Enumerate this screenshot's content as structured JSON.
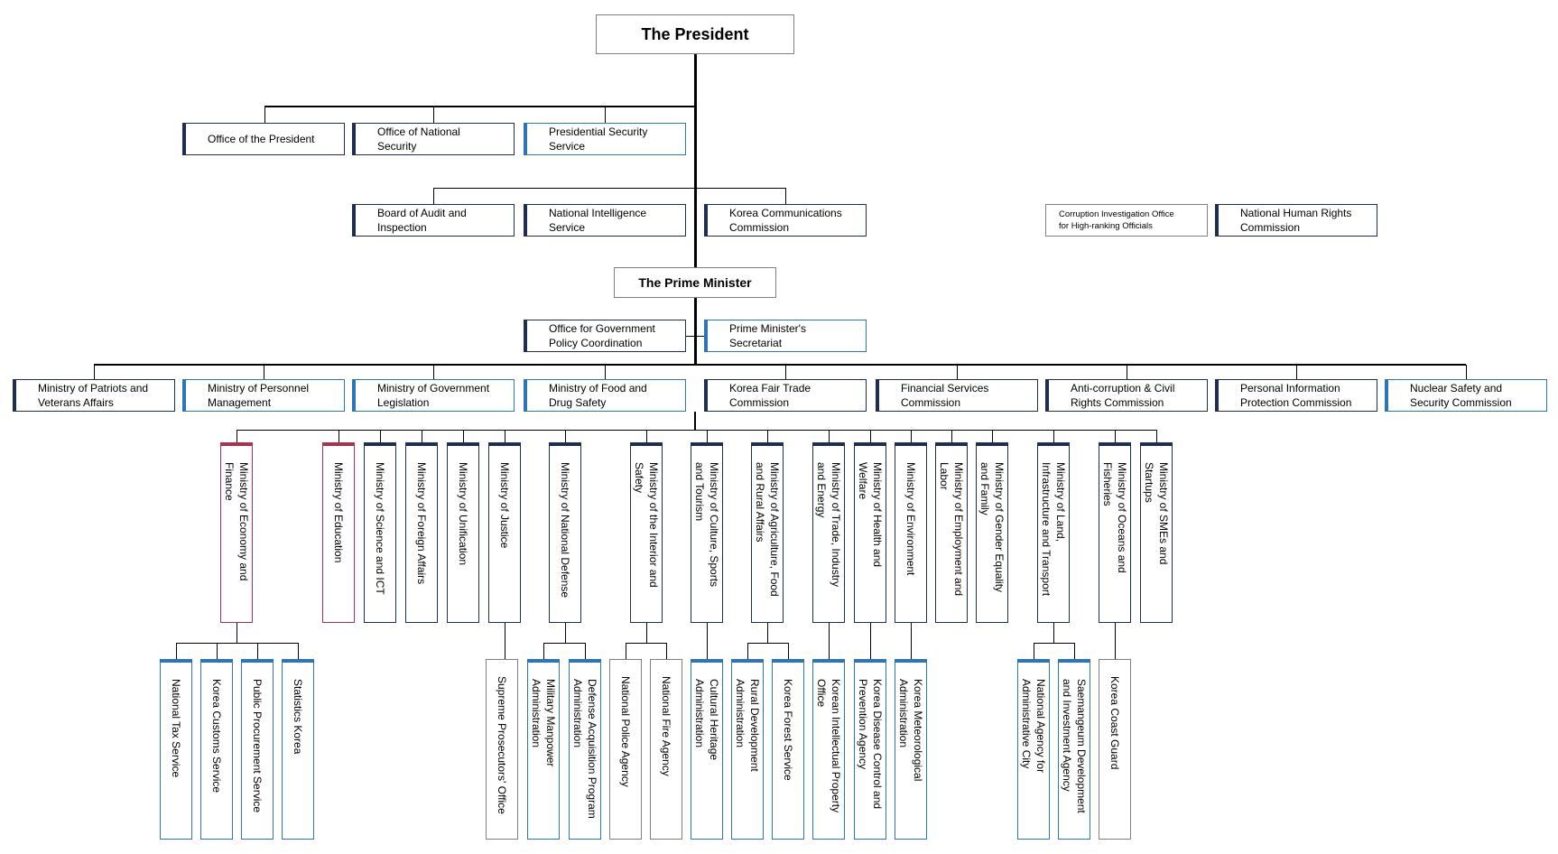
{
  "president": "The President",
  "prime_minister": "The Prime Minister",
  "presidential_offices": [
    "Office of the  President",
    "Office of National\nSecurity",
    "Presidential Security\nService"
  ],
  "independent_agencies": [
    "Board of Audit and\nInspection",
    "National Intelligence\nService",
    "Korea Communications\nCommission"
  ],
  "separate_bodies": [
    "Corruption Investigation Office\nfor High-ranking Officials",
    "National Human Rights\nCommission"
  ],
  "pm_offices": [
    "Office for Government\nPolicy Coordination",
    "Prime Minister's\nSecretariat"
  ],
  "pm_agencies": [
    "Ministry of Patriots and\nVeterans Affairs",
    "Ministry of Personnel\nManagement",
    "Ministry of Government\nLegislation",
    "Ministry of Food and\nDrug Safety",
    "Korea Fair Trade\nCommission",
    "Financial Services\nCommission",
    "Anti-corruption & Civil\nRights Commission",
    "Personal Information\nProtection Commission",
    "Nuclear Safety and\nSecurity Commission"
  ],
  "ministries": [
    "Ministry of Economy and\nFinance",
    "Ministry of Education",
    "Ministry of Science and ICT",
    "Ministry of Foreign Affairs",
    "Ministry of Unification",
    "Ministry of Justice",
    "Ministry of National Defense",
    "Ministry of the Interior and\nSafety",
    "Ministry of Culture, Sports\nand Tourism",
    "Ministry of Agriculture, Food\nand Rural Affairs",
    "Ministry of Trade, Industry\nand Energy",
    "Ministry of Health and\nWelfare",
    "Ministry of Environment",
    "Ministry of Employment and\nLabor",
    "Ministry of Gender Equality\nand Family",
    "Ministry of Land,\nInfrastructure and Transport",
    "Ministry of Oceans and\nFisheries",
    "Ministry of SMEs and\nStartups"
  ],
  "sub_agencies": [
    "National Tax Service",
    "Korea Customs Service",
    "Public Procurement Service",
    "Statistics Korea",
    "Supreme Prosecutors' Office",
    "Military Manpower\nAdministration",
    "Defense Acquisition Program\nAdministration",
    "National Police Agency",
    "National Fire Agency",
    "Cultural Heritage\nAdministration",
    "Rural Development\nAdministration",
    "Korea Forest Service",
    "Korean Intellectual Property\nOffice",
    "Korea Disease Control and\nPrevention Agency",
    "Korea Meteorological\nAdministration",
    "National Agency for\nAdministrative City",
    "Saemangeum Development\nand Investment Agency",
    "Korea Coast Guard"
  ]
}
